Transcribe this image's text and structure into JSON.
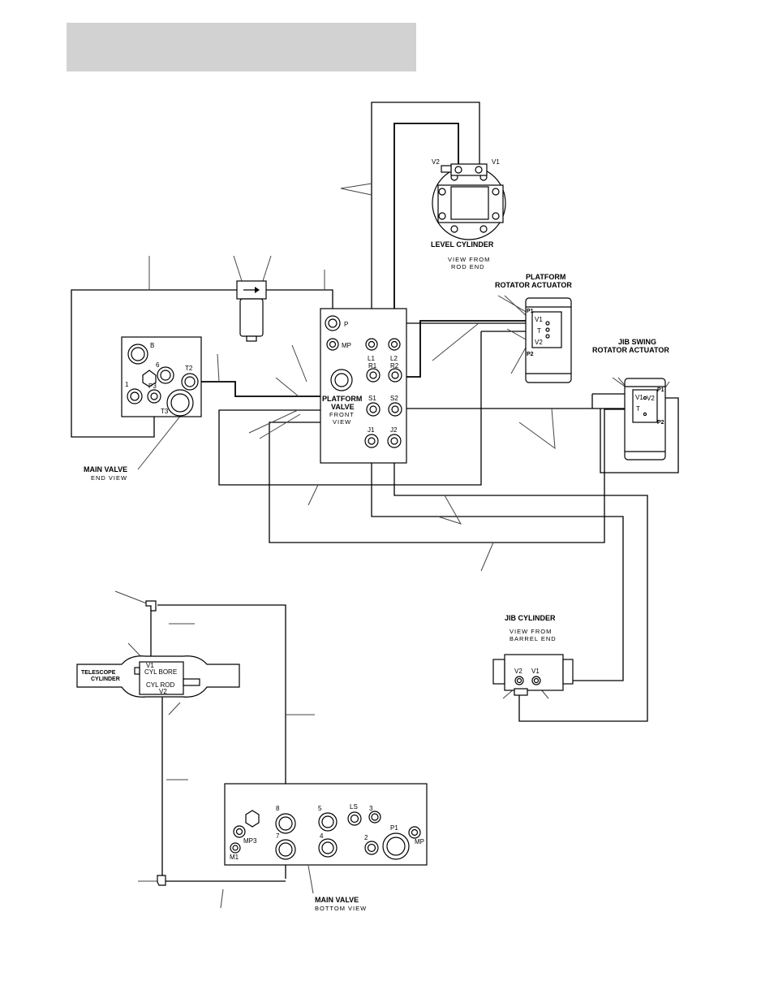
{
  "components": {
    "level_cylinder": {
      "title": "LEVEL CYLINDER",
      "subtitle_1": "VIEW FROM",
      "subtitle_2": "ROD END",
      "ports": [
        "V2",
        "V1"
      ]
    },
    "platform_rotator": {
      "title_1": "PLATFORM",
      "title_2": "ROTATOR ACTUATOR",
      "ports": [
        "P1",
        "V1",
        "T",
        "V2",
        "P2"
      ]
    },
    "jib_swing_rotator": {
      "title_1": "JIB SWING",
      "title_2": "ROTATOR ACTUATOR",
      "ports": [
        "V1",
        "V2",
        "T",
        "P1",
        "P2"
      ]
    },
    "platform_valve": {
      "title_1": "PLATFORM",
      "title_2": "VALVE",
      "subtitle_1": "FRONT",
      "subtitle_2": "VIEW",
      "ports": [
        "P",
        "MP",
        "L1",
        "L2",
        "R1",
        "R2",
        "S1",
        "S2",
        "J1",
        "J2"
      ]
    },
    "main_valve_end": {
      "title": "MAIN VALVE",
      "subtitle": "END VIEW",
      "ports": [
        "B",
        "6",
        "T2",
        "1",
        "P3",
        "T3"
      ]
    },
    "jib_cylinder": {
      "title": "JIB CYLINDER",
      "subtitle_1": "VIEW FROM",
      "subtitle_2": "BARREL END",
      "ports": [
        "V2",
        "V1"
      ]
    },
    "telescope_cylinder": {
      "title_1": "TELESCOPE",
      "title_2": "CYLINDER",
      "ports": [
        "V1",
        "CYL BORE",
        "CYL ROD",
        "V2"
      ]
    },
    "main_valve_bottom": {
      "title": "MAIN VALVE",
      "subtitle": "BOTTOM VIEW",
      "ports": [
        "8",
        "5",
        "LS",
        "3",
        "MP3",
        "7",
        "4",
        "2",
        "P1",
        "MP",
        "M1"
      ]
    }
  }
}
